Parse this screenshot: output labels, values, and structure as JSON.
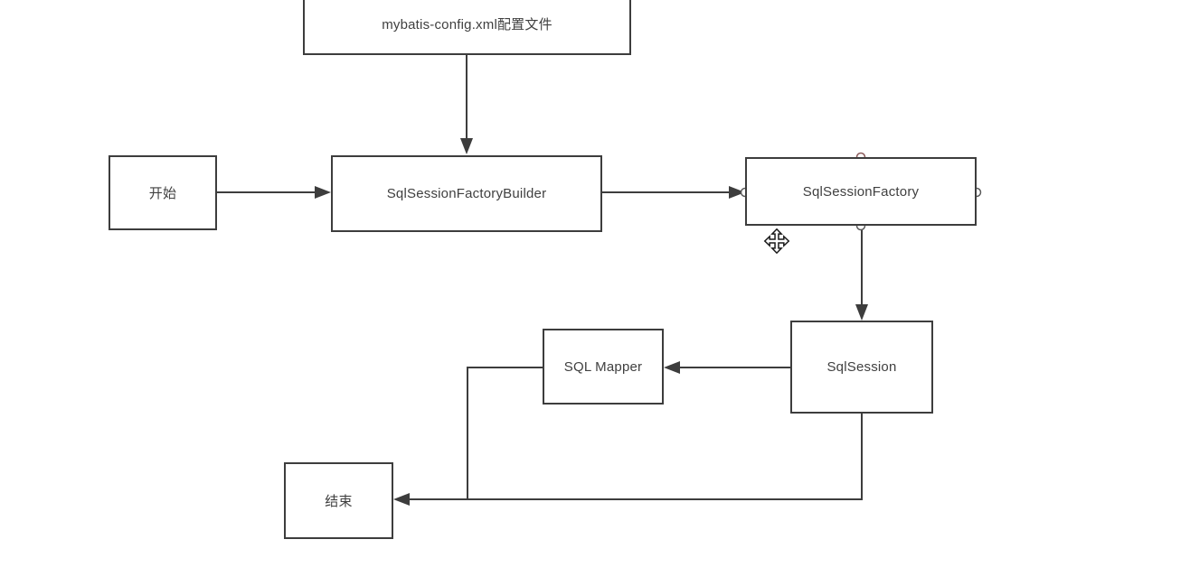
{
  "diagram": {
    "nodes": {
      "config": {
        "label": "mybatis-config.xml配置文件"
      },
      "start": {
        "label": "开始"
      },
      "builder": {
        "label": "SqlSessionFactoryBuilder"
      },
      "factory": {
        "label": "SqlSessionFactory"
      },
      "session": {
        "label": "SqlSession"
      },
      "mapper": {
        "label": "SQL Mapper"
      },
      "end": {
        "label": "结束"
      }
    },
    "edges": [
      {
        "from": "config",
        "to": "builder",
        "arrow": true
      },
      {
        "from": "start",
        "to": "builder",
        "arrow": true
      },
      {
        "from": "builder",
        "to": "factory",
        "arrow": true
      },
      {
        "from": "factory",
        "to": "session",
        "arrow": true
      },
      {
        "from": "session",
        "to": "mapper",
        "arrow": true
      },
      {
        "from": "mapper",
        "to": "end",
        "arrow": false
      },
      {
        "from": "session",
        "to": "end",
        "arrow": true
      }
    ],
    "selected_node": "factory",
    "selection_handles": [
      "top",
      "left",
      "right",
      "bottom"
    ],
    "cursor": "move-cursor",
    "colors": {
      "line": "#3d3d3d",
      "box_border": "#3d3d3d",
      "text": "#404040",
      "background": "#ffffff",
      "handle_fill": "#ffffff",
      "handle_outline_top": "#8a5a5a",
      "handle_outline": "#5a5a5a"
    }
  }
}
